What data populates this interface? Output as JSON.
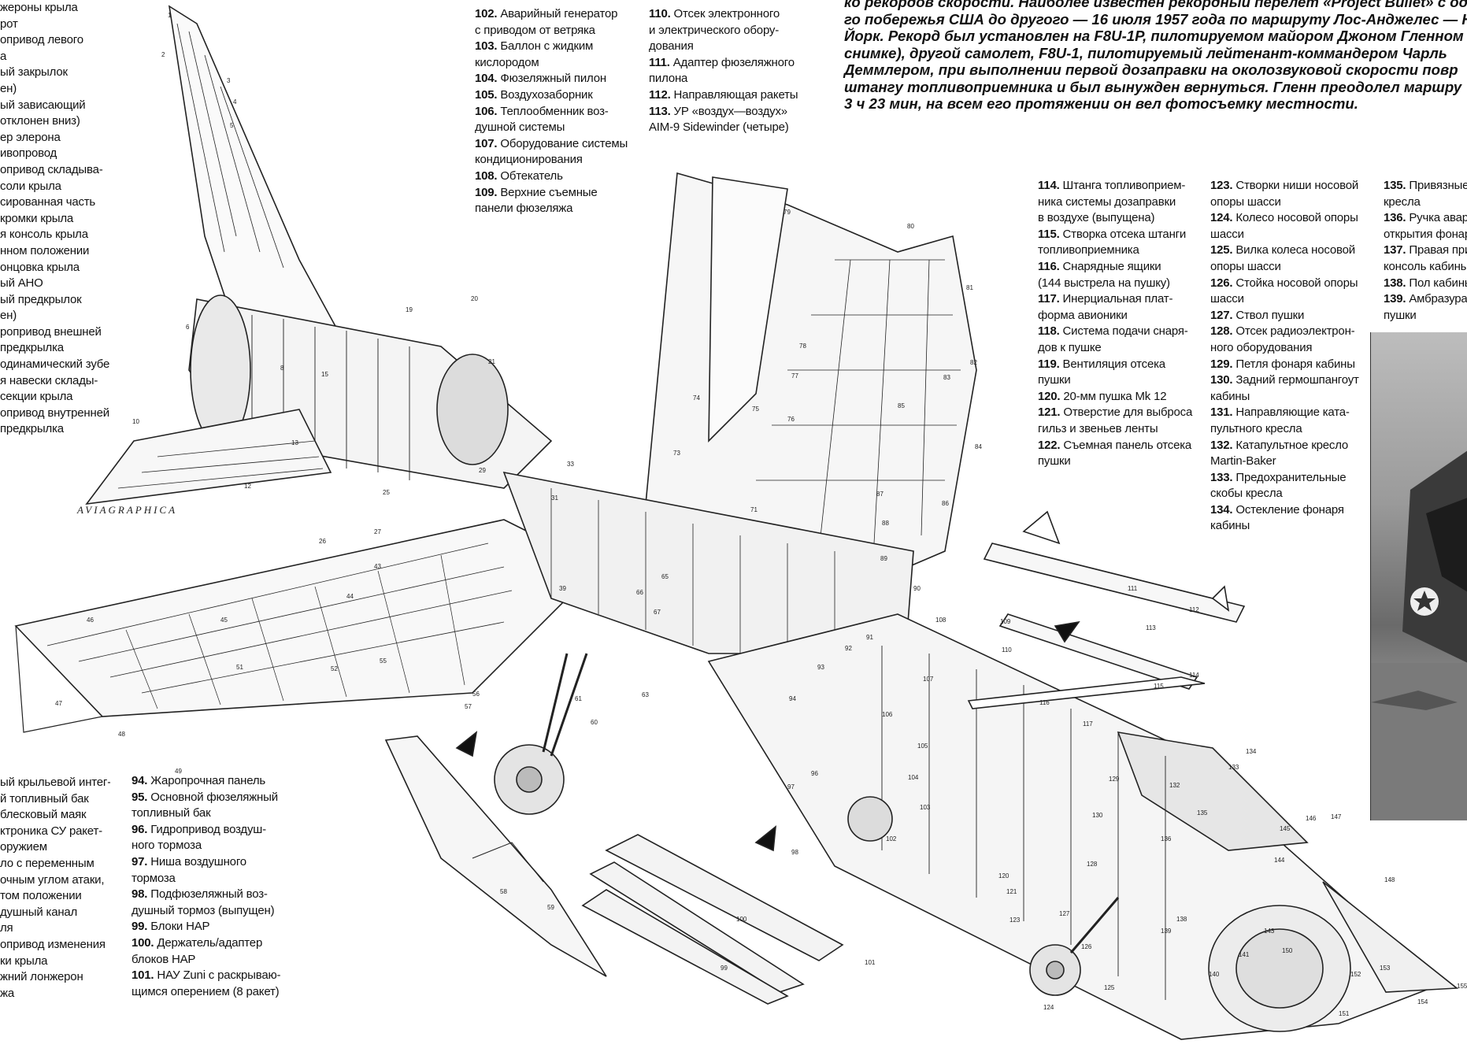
{
  "headline": [
    "ко рекордов скорости. Наиболее известен рекордный перелет «Project Bullet» с од",
    "го побережья США до другого — 16 июля 1957 года по маршруту Лос-Анджелес — Н",
    "Йорк. Рекорд был установлен на F8U-1P, пилотируемом майором Джоном Гленном",
    "снимке), другой самолет, F8U-1, пилотируемый лейтенант-коммандером Чарль",
    "Деммлером, при выполнении первой дозаправки на околозвуковой скорости повр",
    "штангу топливоприемника и был вынужден вернуться. Гленн преодолел маршру",
    "3 ч 23 мин, на всем его протяжении он вел фотосъемку местности."
  ],
  "watermark": "AVIAGRAPHICA",
  "legend_left_top": [
    {
      "num": "",
      "text": "жероны крыла"
    },
    {
      "num": "",
      "text": "рот"
    },
    {
      "num": "",
      "text": "опривод левого"
    },
    {
      "num": "",
      "text": "а"
    },
    {
      "num": "",
      "text": "ый закрылок"
    },
    {
      "num": "",
      "text": "ен)"
    },
    {
      "num": "",
      "text": "ый зависающий"
    },
    {
      "num": "",
      "text": "отклонен вниз)"
    },
    {
      "num": "",
      "text": "ер элерона"
    },
    {
      "num": "",
      "text": "ивопровод"
    },
    {
      "num": "",
      "text": "опривод складыва-"
    },
    {
      "num": "",
      "text": "соли крыла"
    },
    {
      "num": "",
      "text": "сированная часть"
    },
    {
      "num": "",
      "text": "кромки крыла"
    },
    {
      "num": "",
      "text": "я консоль крыла"
    },
    {
      "num": "",
      "text": "нном положении"
    },
    {
      "num": "",
      "text": "онцовка крыла"
    },
    {
      "num": "",
      "text": "ый АНО"
    },
    {
      "num": "",
      "text": "ый предкрылок"
    },
    {
      "num": "",
      "text": "ен)"
    },
    {
      "num": "",
      "text": "ропривод внешней"
    },
    {
      "num": "",
      "text": "предкрылка"
    },
    {
      "num": "",
      "text": "одинамический зубец"
    },
    {
      "num": "",
      "text": "я навески склады-"
    },
    {
      "num": "",
      "text": "секции крыла"
    },
    {
      "num": "",
      "text": "опривод внутренней"
    },
    {
      "num": "",
      "text": "предкрылка"
    }
  ],
  "legend_left_bottom": [
    {
      "num": "",
      "text": "ый крыльевой интег-"
    },
    {
      "num": "",
      "text": "й топливный бак"
    },
    {
      "num": "",
      "text": "блесковый маяк"
    },
    {
      "num": "",
      "text": "ктроника СУ ракет-"
    },
    {
      "num": "",
      "text": "оружием"
    },
    {
      "num": "",
      "text": "ло с переменным"
    },
    {
      "num": "",
      "text": "очным углом атаки,"
    },
    {
      "num": "",
      "text": "том положении"
    },
    {
      "num": "",
      "text": "душный канал"
    },
    {
      "num": "",
      "text": "ля"
    },
    {
      "num": "",
      "text": "опривод изменения"
    },
    {
      "num": "",
      "text": "ки крыла"
    },
    {
      "num": "",
      "text": "жний лонжерон"
    },
    {
      "num": "",
      "text": "жа"
    }
  ],
  "legend_94_101": [
    {
      "num": "94.",
      "text": "Жаропрочная панель"
    },
    {
      "num": "95.",
      "text": "Основной фюзеляжный"
    },
    {
      "num": "",
      "text": "топливный бак"
    },
    {
      "num": "96.",
      "text": "Гидропривод воздуш-"
    },
    {
      "num": "",
      "text": "ного тормоза"
    },
    {
      "num": "97.",
      "text": "Ниша воздушного"
    },
    {
      "num": "",
      "text": "тормоза"
    },
    {
      "num": "98.",
      "text": "Подфюзеляжный воз-"
    },
    {
      "num": "",
      "text": "душный тормоз (выпущен)"
    },
    {
      "num": "99.",
      "text": "Блоки НАР"
    },
    {
      "num": "100.",
      "text": "Держатель/адаптер"
    },
    {
      "num": "",
      "text": "блоков НАР"
    },
    {
      "num": "101.",
      "text": "НАУ Zuni с раскрываю-"
    },
    {
      "num": "",
      "text": "щимся оперением (8 ракет)"
    }
  ],
  "legend_102_109": [
    {
      "num": "102.",
      "text": "Аварийный генератор"
    },
    {
      "num": "",
      "text": "с приводом от ветряка"
    },
    {
      "num": "103.",
      "text": "Баллон с жидким"
    },
    {
      "num": "",
      "text": "кислородом"
    },
    {
      "num": "104.",
      "text": "Фюзеляжный пилон"
    },
    {
      "num": "105.",
      "text": "Воздухозаборник"
    },
    {
      "num": "106.",
      "text": "Теплообменник воз-"
    },
    {
      "num": "",
      "text": "душной системы"
    },
    {
      "num": "107.",
      "text": "Оборудование системы"
    },
    {
      "num": "",
      "text": "кондиционирования"
    },
    {
      "num": "108.",
      "text": "Обтекатель"
    },
    {
      "num": "109.",
      "text": "Верхние съемные"
    },
    {
      "num": "",
      "text": "панели фюзеляжа"
    }
  ],
  "legend_110_113": [
    {
      "num": "110.",
      "text": "Отсек электронного"
    },
    {
      "num": "",
      "text": "и электрического обору-"
    },
    {
      "num": "",
      "text": "дования"
    },
    {
      "num": "111.",
      "text": "Адаптер фюзеляжного"
    },
    {
      "num": "",
      "text": "пилона"
    },
    {
      "num": "112.",
      "text": "Направляющая ракеты"
    },
    {
      "num": "113.",
      "text": "УР «воздух—воздух»"
    },
    {
      "num": "",
      "text": "AIM-9 Sidewinder (четыре)"
    }
  ],
  "legend_114_122": [
    {
      "num": "114.",
      "text": "Штанга топливоприем-"
    },
    {
      "num": "",
      "text": "ника системы дозаправки"
    },
    {
      "num": "",
      "text": "в воздухе (выпущена)"
    },
    {
      "num": "115.",
      "text": "Створка отсека штанги"
    },
    {
      "num": "",
      "text": "топливоприемника"
    },
    {
      "num": "116.",
      "text": "Снарядные ящики"
    },
    {
      "num": "",
      "text": "(144 выстрела на пушку)"
    },
    {
      "num": "117.",
      "text": "Инерциальная плат-"
    },
    {
      "num": "",
      "text": "форма авионики"
    },
    {
      "num": "118.",
      "text": "Система подачи снаря-"
    },
    {
      "num": "",
      "text": "дов к пушке"
    },
    {
      "num": "119.",
      "text": "Вентиляция отсека"
    },
    {
      "num": "",
      "text": "пушки"
    },
    {
      "num": "120.",
      "text": "20-мм пушка Mk 12"
    },
    {
      "num": "121.",
      "text": "Отверстие для выброса"
    },
    {
      "num": "",
      "text": "гильз и звеньев ленты"
    },
    {
      "num": "122.",
      "text": "Съемная панель отсека"
    },
    {
      "num": "",
      "text": "пушки"
    }
  ],
  "legend_123_134": [
    {
      "num": "123.",
      "text": "Створки ниши носовой"
    },
    {
      "num": "",
      "text": "опоры шасси"
    },
    {
      "num": "124.",
      "text": "Колесо носовой опоры"
    },
    {
      "num": "",
      "text": "шасси"
    },
    {
      "num": "125.",
      "text": "Вилка колеса носовой"
    },
    {
      "num": "",
      "text": "опоры шасси"
    },
    {
      "num": "126.",
      "text": "Стойка носовой опоры"
    },
    {
      "num": "",
      "text": "шасси"
    },
    {
      "num": "127.",
      "text": "Ствол пушки"
    },
    {
      "num": "128.",
      "text": "Отсек радиоэлектрон-"
    },
    {
      "num": "",
      "text": "ного оборудования"
    },
    {
      "num": "129.",
      "text": "Петля фонаря кабины"
    },
    {
      "num": "130.",
      "text": "Задний гермошпангоут"
    },
    {
      "num": "",
      "text": "кабины"
    },
    {
      "num": "131.",
      "text": "Направляющие ката-"
    },
    {
      "num": "",
      "text": "пультного кресла"
    },
    {
      "num": "132.",
      "text": "Катапультное кресло"
    },
    {
      "num": "",
      "text": "Martin-Baker"
    },
    {
      "num": "133.",
      "text": "Предохранительные"
    },
    {
      "num": "",
      "text": "скобы кресла"
    },
    {
      "num": "134.",
      "text": "Остекление фонаря"
    },
    {
      "num": "",
      "text": "кабины"
    }
  ],
  "legend_135_139": [
    {
      "num": "135.",
      "text": "Привязные"
    },
    {
      "num": "",
      "text": "кресла"
    },
    {
      "num": "136.",
      "text": "Ручка авари"
    },
    {
      "num": "",
      "text": "открытия фонаря"
    },
    {
      "num": "137.",
      "text": "Правая при"
    },
    {
      "num": "",
      "text": "консоль кабины"
    },
    {
      "num": "138.",
      "text": "Пол кабины"
    },
    {
      "num": "139.",
      "text": "Амбразура"
    },
    {
      "num": "",
      "text": "пушки"
    }
  ],
  "callout_numbers": [
    "1",
    "2",
    "3",
    "4",
    "5",
    "6",
    "8",
    "10",
    "12",
    "13",
    "15",
    "19",
    "20",
    "21",
    "25",
    "26",
    "27",
    "29",
    "31",
    "33",
    "39",
    "43",
    "44",
    "45",
    "46",
    "47",
    "48",
    "49",
    "51",
    "52",
    "55",
    "56",
    "57",
    "58",
    "59",
    "60",
    "61",
    "63",
    "65",
    "66",
    "67",
    "71",
    "73",
    "74",
    "75",
    "76",
    "77",
    "78",
    "79",
    "80",
    "81",
    "82",
    "83",
    "84",
    "85",
    "86",
    "87",
    "88",
    "89",
    "90",
    "91",
    "92",
    "93",
    "94",
    "96",
    "97",
    "98",
    "99",
    "100",
    "101",
    "102",
    "103",
    "104",
    "105",
    "106",
    "107",
    "108",
    "109",
    "110",
    "111",
    "112",
    "113",
    "114",
    "115",
    "116",
    "117",
    "120",
    "121",
    "123",
    "124",
    "125",
    "126",
    "127",
    "128",
    "129",
    "130",
    "132",
    "133",
    "134",
    "135",
    "136",
    "138",
    "139",
    "140",
    "141",
    "143",
    "144",
    "145",
    "146",
    "147",
    "148",
    "150",
    "151",
    "152",
    "153",
    "154",
    "155"
  ]
}
